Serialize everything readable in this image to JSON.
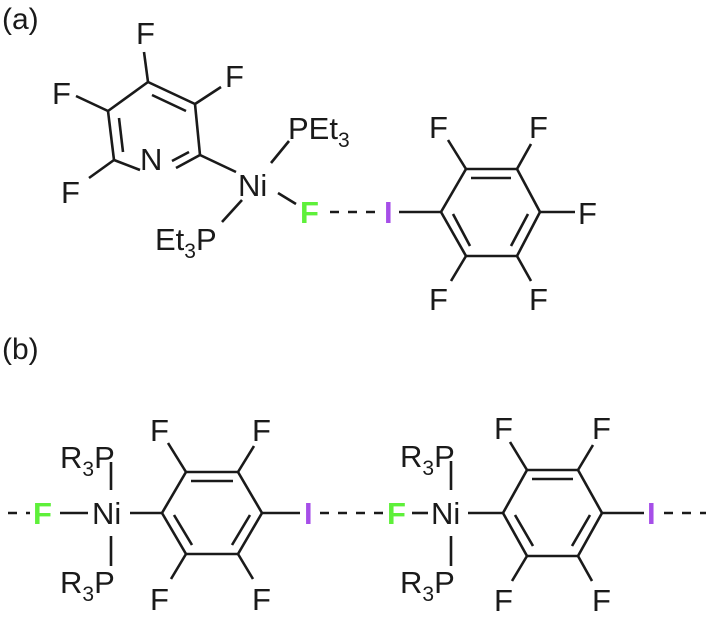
{
  "figure": {
    "panels": [
      {
        "id": "a",
        "label": "(a)",
        "description": "Ni(PEt3)2F(tetrafluoropyridyl) with F···I halogen bond to iodopentafluorobenzene",
        "atoms": {
          "pyridine_F": [
            "F",
            "F",
            "F",
            "F"
          ],
          "N": "N",
          "Ni": "Ni",
          "PEt3_top": {
            "main": "PEt",
            "sub": "3"
          },
          "PEt3_bottom": {
            "prefix": "Et",
            "sub": "3",
            "main": "P"
          },
          "F_ni": "F",
          "I": "I",
          "arene_F": [
            "F",
            "F",
            "F",
            "F",
            "F"
          ]
        }
      },
      {
        "id": "b",
        "label": "(b)",
        "description": "Chain of trans-[Ni(PR3)2F(C6F4I)] units linked by F···I halogen bonds",
        "units": [
          {
            "F_ni": "F",
            "Ni": "Ni",
            "phosphine_top": {
              "main1": "R",
              "sub": "3",
              "main2": "P"
            },
            "phosphine_bottom": {
              "main1": "R",
              "sub": "3",
              "main2": "P"
            },
            "arene_F": [
              "F",
              "F",
              "F",
              "F"
            ],
            "I": "I"
          },
          {
            "F_ni": "F",
            "Ni": "Ni",
            "phosphine_top": {
              "main1": "R",
              "sub": "3",
              "main2": "P"
            },
            "phosphine_bottom": {
              "main1": "R",
              "sub": "3",
              "main2": "P"
            },
            "arene_F": [
              "F",
              "F",
              "F",
              "F"
            ],
            "I": "I"
          }
        ]
      }
    ],
    "colors": {
      "fluoride": "#5ef03a",
      "iodine": "#a64ee8",
      "bond": "#1a1a1a",
      "background": "#ffffff"
    }
  }
}
